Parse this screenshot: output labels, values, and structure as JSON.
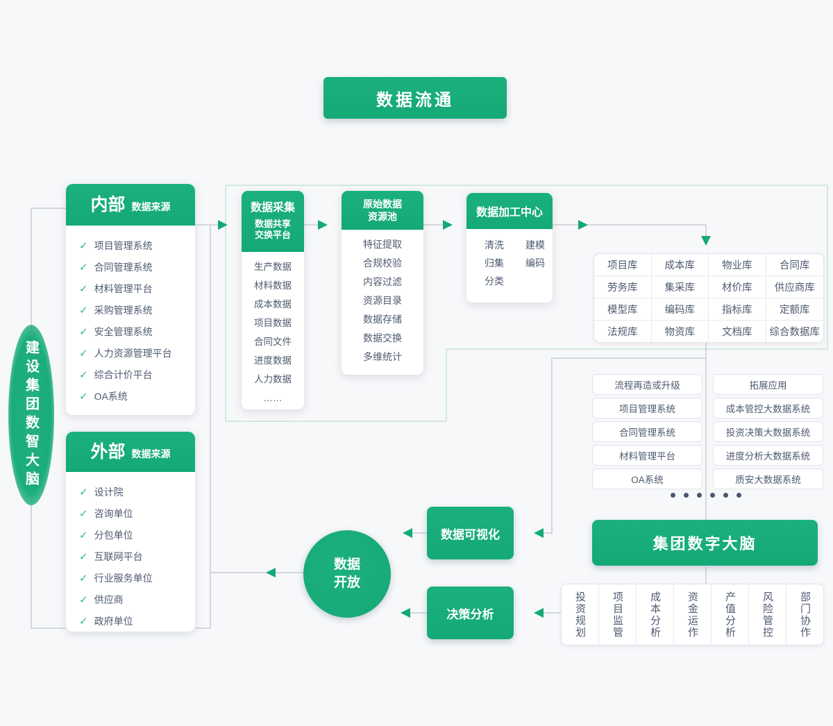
{
  "title": {
    "label": "数据流通"
  },
  "brand_ellipse": {
    "label": "建设集团数智大脑"
  },
  "icons": {
    "check": "✓"
  },
  "sources": {
    "internal": {
      "title": "内部",
      "subtitle": "数据来源",
      "items": [
        "项目管理系统",
        "合同管理系统",
        "材料管理平台",
        "采购管理系统",
        "安全管理系统",
        "人力资源管理平台",
        "综合计价平台",
        "OA系统"
      ]
    },
    "external": {
      "title": "外部",
      "subtitle": "数据来源",
      "items": [
        "设计院",
        "咨询单位",
        "分包单位",
        "互联网平台",
        "行业服务单位",
        "供应商",
        "政府单位"
      ]
    }
  },
  "pipeline": {
    "collection": {
      "title": "数据采集",
      "subtitle_lines": [
        "数据共享",
        "交换平台"
      ],
      "items": [
        "生产数据",
        "材料数据",
        "成本数据",
        "项目数据",
        "合同文件",
        "进度数据",
        "人力数据",
        "……"
      ]
    },
    "raw_pool": {
      "title_lines": [
        "原始数据",
        "资源池"
      ],
      "items": [
        "特征提取",
        "合规校验",
        "内容过滤",
        "资源目录",
        "数据存储",
        "数据交换",
        "多维统计"
      ]
    },
    "processing": {
      "title": "数据加工中心",
      "items": [
        "清洗",
        "建模",
        "归集",
        "编码",
        "分类"
      ]
    }
  },
  "databases": {
    "cells": [
      "项目库",
      "成本库",
      "物业库",
      "合同库",
      "劳务库",
      "集采库",
      "材价库",
      "供应商库",
      "模型库",
      "编码库",
      "指标库",
      "定额库",
      "法规库",
      "物资库",
      "文档库",
      "综合数据库"
    ]
  },
  "applications": {
    "process_upgrade": {
      "items": [
        "流程再造或升级",
        "项目管理系统",
        "合同管理系统",
        "材料管理平台",
        "OA系统"
      ]
    },
    "expansion": {
      "items": [
        "拓展应用",
        "成本管控大数据系统",
        "投资决策大数据系统",
        "进度分析大数据系统",
        "质安大数据系统"
      ]
    }
  },
  "brain": {
    "label": "集团数字大脑",
    "functions": [
      "投资规划",
      "项目监管",
      "成本分析",
      "资金运作",
      "产值分析",
      "风险管控",
      "部门协作"
    ]
  },
  "outputs": {
    "visualization": {
      "label": "数据可视化"
    },
    "decision": {
      "label": "决策分析"
    },
    "open": {
      "lines": [
        "数据",
        "开放"
      ]
    }
  },
  "colors": {
    "green": "#14a976",
    "line_green": "#c3e5d4",
    "line_gray": "#c8ccd3",
    "text": "#4e5a70"
  }
}
